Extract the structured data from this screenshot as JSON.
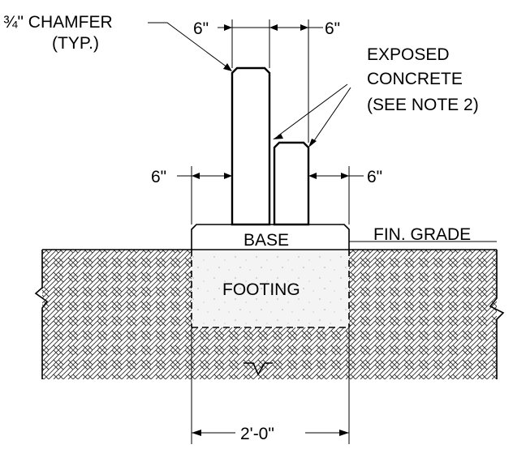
{
  "labels": {
    "chamfer_line1": "¾\" CHAMFER",
    "chamfer_line2": "(TYP.)",
    "top_dim_left": "6\"",
    "top_dim_right": "6\"",
    "exposed_line1": "EXPOSED",
    "exposed_line2": "CONCRETE",
    "exposed_line3": "(SEE NOTE 2)",
    "side_dim_left": "6\"",
    "side_dim_right": "6\"",
    "base": "BASE",
    "fin_grade": "FIN. GRADE",
    "footing": "FOOTING",
    "width_dim": "2'-0\""
  },
  "colors": {
    "line": "#000000",
    "concrete_fill": "#eeeeee",
    "hatch": "#333333"
  }
}
